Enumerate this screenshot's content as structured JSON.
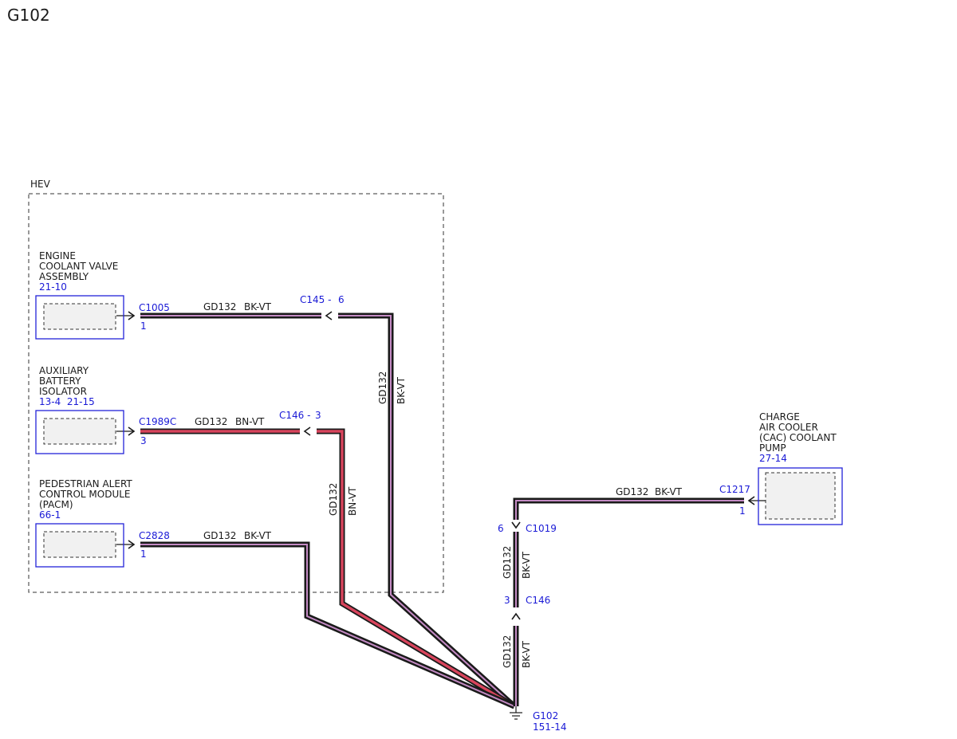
{
  "page_title": "G102",
  "hev_label": "HEV",
  "components": {
    "ecv": {
      "line1": "ENGINE",
      "line2": "COOLANT VALVE",
      "line3": "ASSEMBLY",
      "ref": "21-10"
    },
    "abi": {
      "line1": "AUXILIARY",
      "line2": "BATTERY",
      "line3": "ISOLATOR",
      "ref": "13-4  21-15"
    },
    "pacm": {
      "line1": "PEDESTRIAN ALERT",
      "line2": "CONTROL MODULE",
      "line3": "(PACM)",
      "ref": "66-1"
    },
    "cac": {
      "line1": "CHARGE",
      "line2": "AIR COOLER",
      "line3": "(CAC) COOLANT",
      "line4": "PUMP",
      "ref": "27-14"
    }
  },
  "connectors": {
    "c1005": {
      "name": "C1005",
      "pin": "1"
    },
    "c1989c": {
      "name": "C1989C",
      "pin": "3"
    },
    "c2828": {
      "name": "C2828",
      "pin": "1"
    },
    "c1217": {
      "name": "C1217",
      "pin": "1"
    },
    "c145": {
      "name": "C145 -",
      "pin": "6"
    },
    "c146_top": {
      "name": "C146 -",
      "pin": "3"
    },
    "c1019": {
      "name": "C1019",
      "pin": "6"
    },
    "c146_bottom": {
      "name": "C146",
      "pin": "3"
    }
  },
  "wires": {
    "w1": {
      "circuit": "GD132",
      "color": "BK-VT"
    },
    "w1_vertical": {
      "circuit": "GD132",
      "color": "BK-VT"
    },
    "w2": {
      "circuit": "GD132",
      "color": "BN-VT"
    },
    "w2_vertical": {
      "circuit": "GD132",
      "color": "BN-VT"
    },
    "w3": {
      "circuit": "GD132",
      "color": "BK-VT"
    },
    "w4": {
      "circuit": "GD132",
      "color": "BK-VT"
    },
    "w4_vertical_upper": {
      "circuit": "GD132",
      "color": "BK-VT"
    },
    "w4_vertical_lower": {
      "circuit": "GD132",
      "color": "BK-VT"
    }
  },
  "ground": {
    "name": "G102",
    "ref": "151-14"
  },
  "colors": {
    "connector_text": "#1a1ad6",
    "box_outline": "#2323d8",
    "bk_vt_stripe": "#c38ac3",
    "bn_vt_stripe": "#d8445c"
  }
}
